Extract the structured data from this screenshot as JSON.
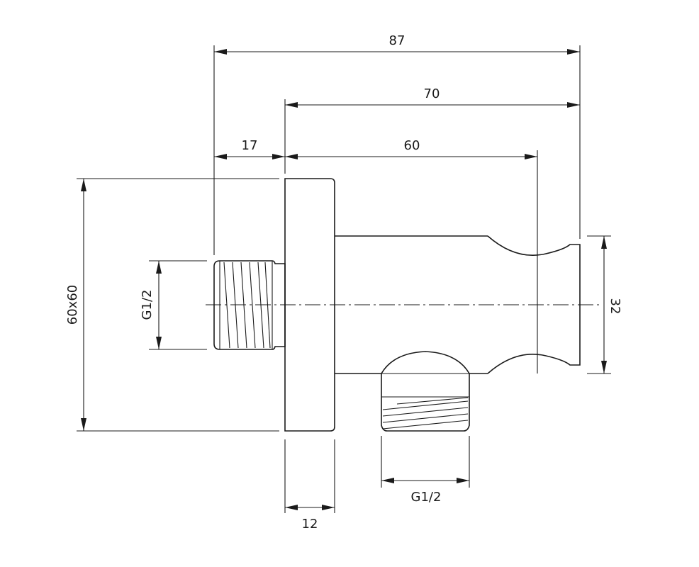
{
  "dimensions": {
    "overall_length": "87",
    "length_from_plate": "70",
    "holder_length": "60",
    "thread_length": "17",
    "plate_size": "60x60",
    "inlet_thread": "G1/2",
    "outlet_thread": "G1/2",
    "plate_thickness": "12",
    "holder_height": "32"
  }
}
